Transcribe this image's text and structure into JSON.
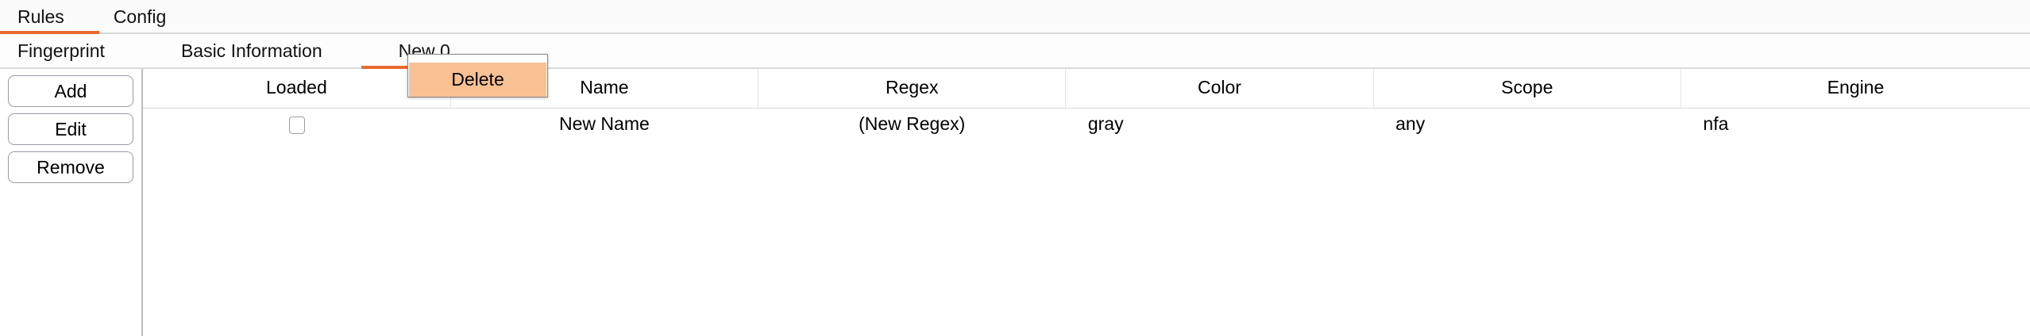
{
  "primary_tabs": [
    {
      "label": "Rules",
      "active": true
    },
    {
      "label": "Config",
      "active": false
    }
  ],
  "secondary_tabs": [
    {
      "label": "Fingerprint",
      "active": false
    },
    {
      "label": "Basic Information",
      "active": false
    },
    {
      "label": "New 0",
      "active": true
    }
  ],
  "context_menu": {
    "items": [
      {
        "label": "Delete",
        "highlighted": true
      }
    ]
  },
  "side_buttons": [
    {
      "label": "Add"
    },
    {
      "label": "Edit"
    },
    {
      "label": "Remove"
    }
  ],
  "table": {
    "columns": [
      "Loaded",
      "Name",
      "Regex",
      "Color",
      "Scope",
      "Engine"
    ],
    "rows": [
      {
        "loaded": false,
        "name": "New Name",
        "regex": "(New Regex)",
        "color": "gray",
        "scope": "any",
        "engine": "nfa"
      }
    ]
  },
  "colors": {
    "accent": "#ea6a2e",
    "menu_highlight": "#f9c093",
    "border": "#b9bcc2"
  }
}
